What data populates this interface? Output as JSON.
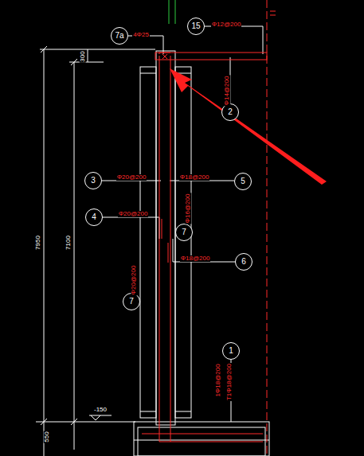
{
  "diagram": {
    "nodes": [
      {
        "text": [
          "7a"
        ]
      },
      {
        "text": [
          "15"
        ]
      },
      {
        "text": [
          "2"
        ]
      },
      {
        "text": [
          "3"
        ]
      },
      {
        "text": [
          "5"
        ]
      },
      {
        "text": [
          "4"
        ]
      },
      {
        "text": [
          "7"
        ]
      },
      {
        "text": [
          "6"
        ]
      },
      {
        "text": [
          "7"
        ]
      },
      {
        "text": [
          "1"
        ]
      }
    ],
    "labels": [
      "4Φ25",
      "Φ12@200",
      "Φ14@200",
      "Φ20@200",
      "Φ20@200",
      "Φ18@200",
      "Φ18@200",
      "Φ16@200",
      "Φ20@200",
      "1Φ18@200",
      "T1Φ18@200",
      "7950",
      "7100",
      "300",
      "550",
      "-150"
    ]
  }
}
